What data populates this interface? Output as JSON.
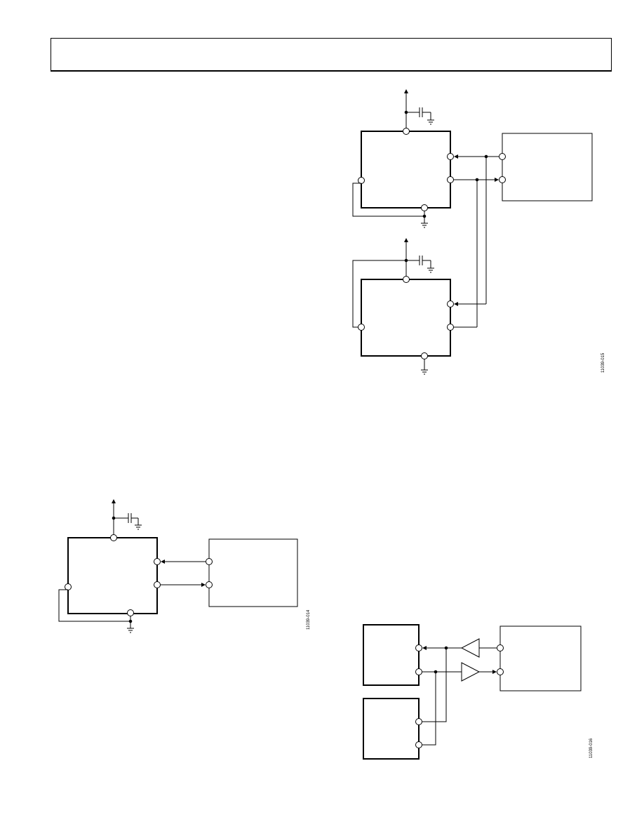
{
  "header": {
    "text": ""
  },
  "figures": [
    {
      "id": "fig-single-device",
      "code": "11039-014"
    },
    {
      "id": "fig-two-devices",
      "code": "11039-015"
    },
    {
      "id": "fig-buffered-bus",
      "code": "11039-016"
    }
  ],
  "colors": {
    "line": "#000000",
    "background": "#ffffff"
  }
}
